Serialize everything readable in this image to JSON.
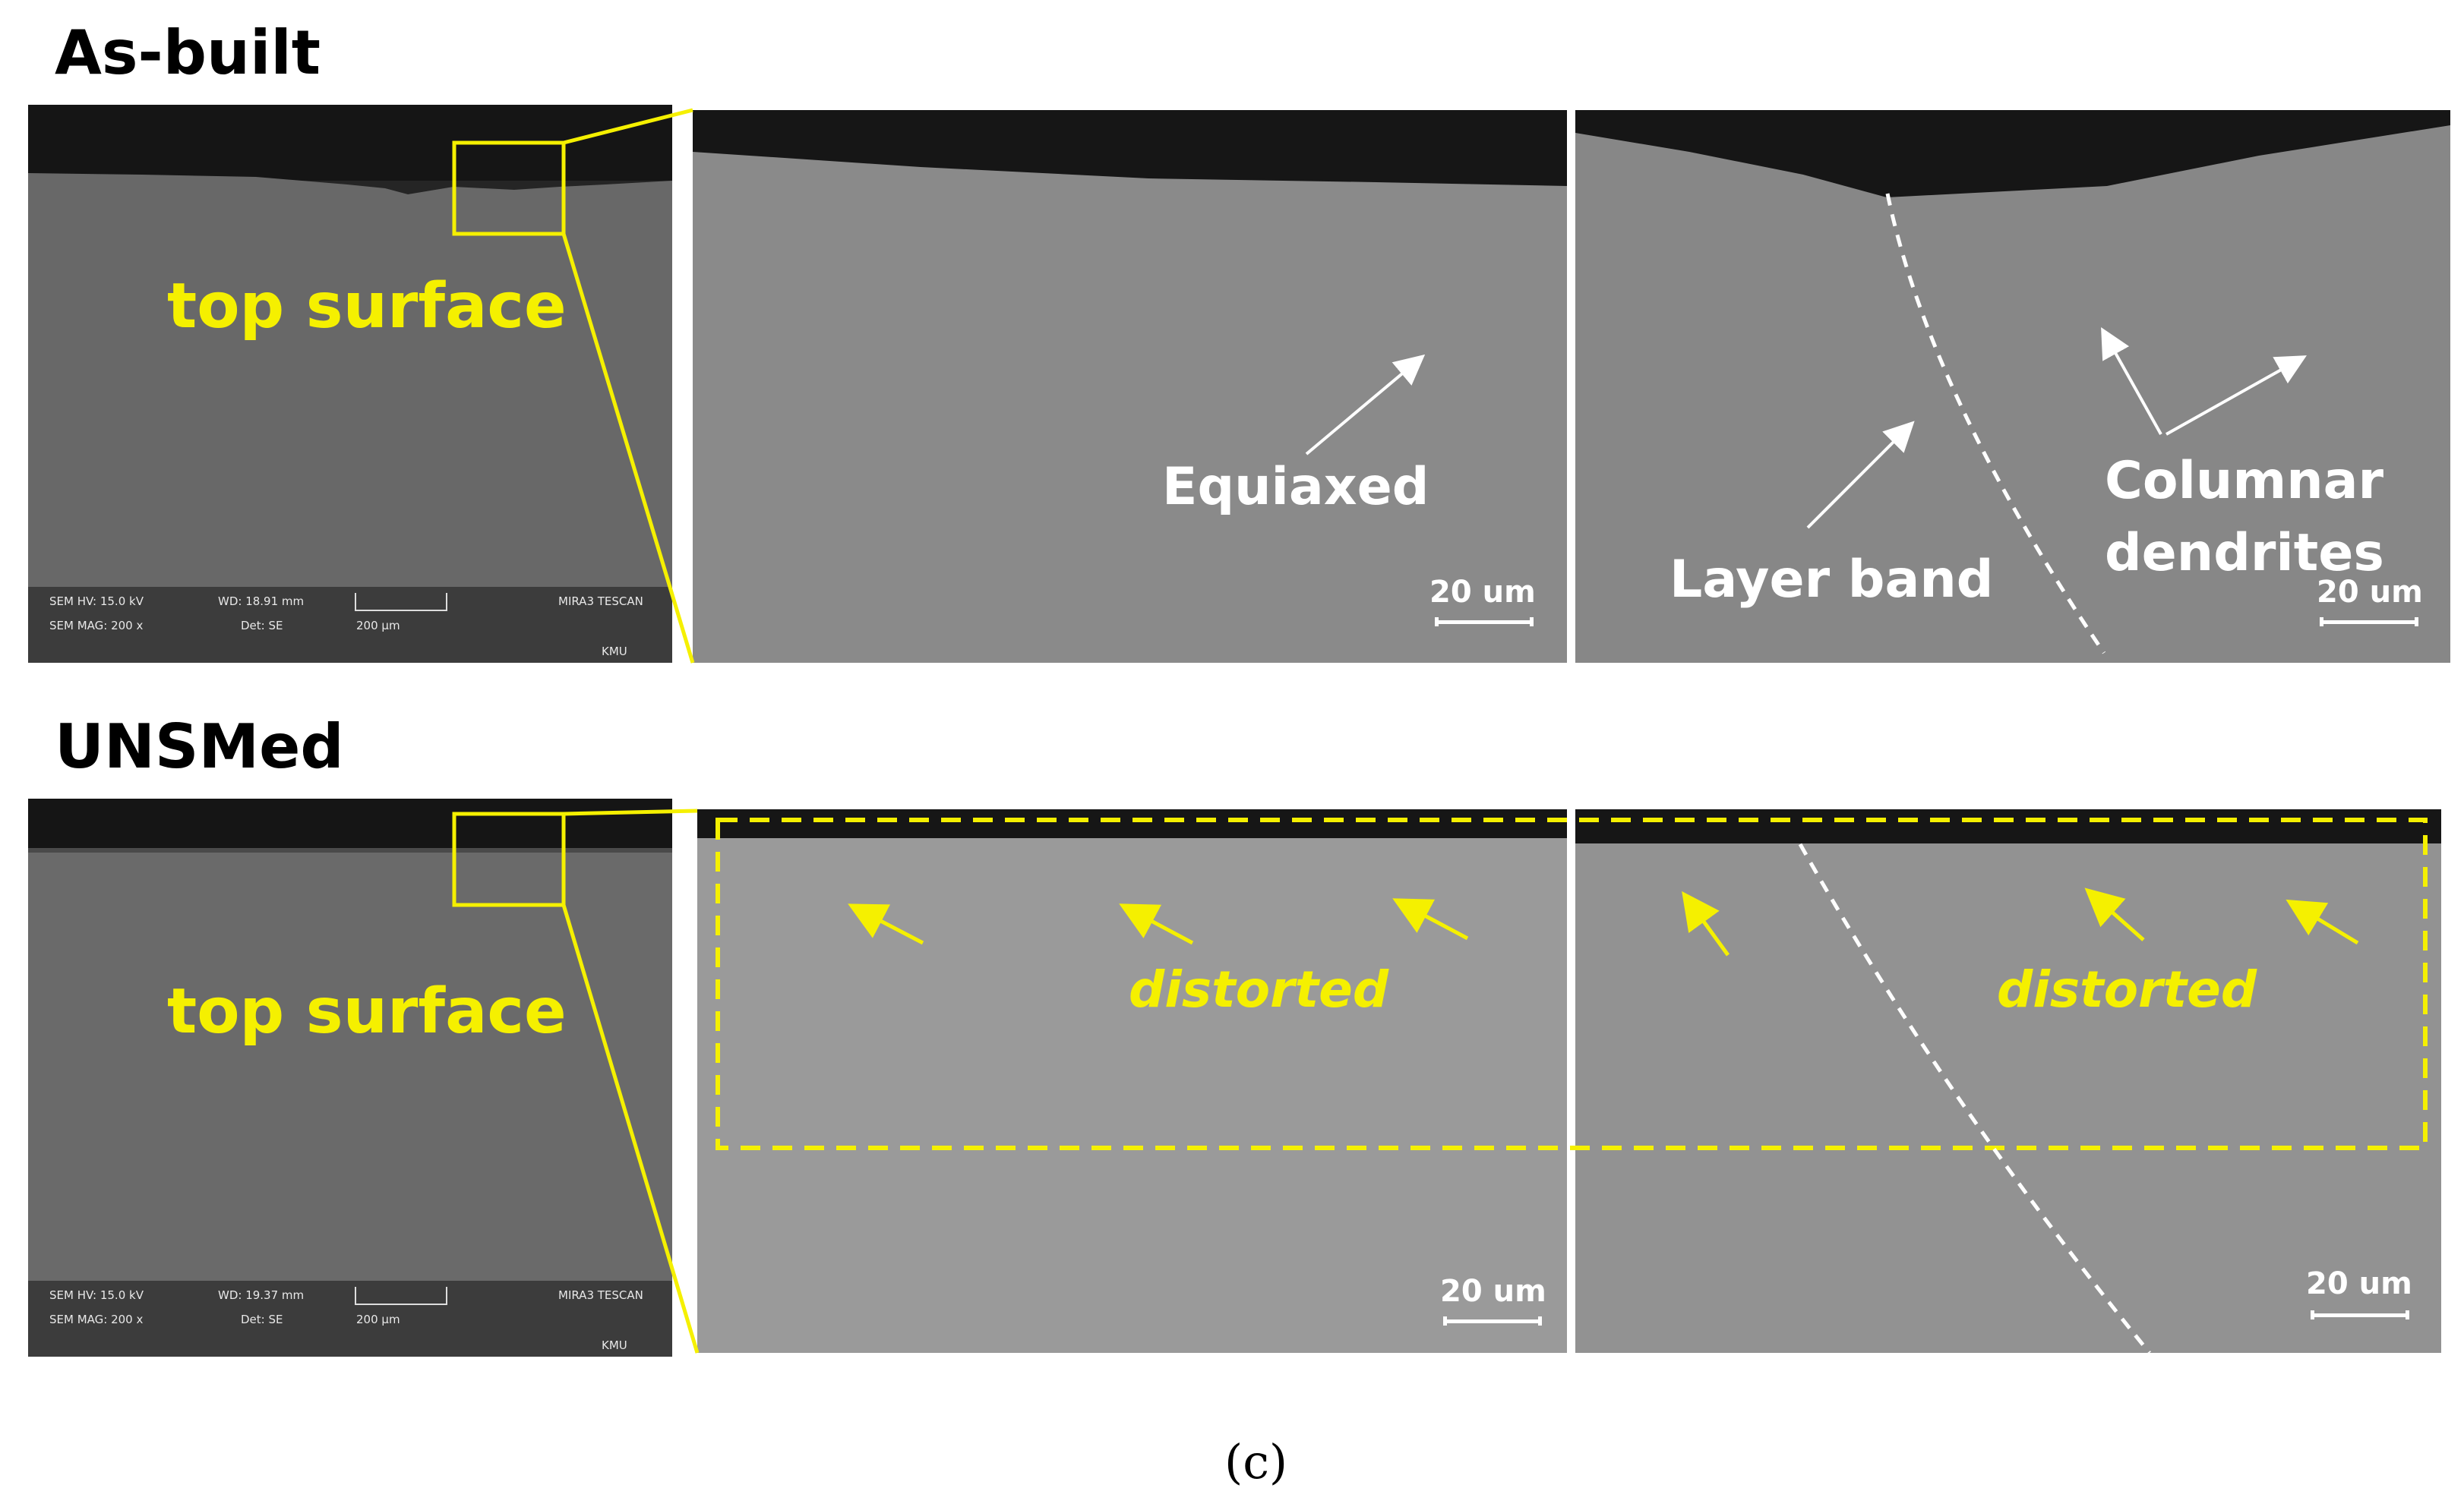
{
  "rows": [
    {
      "heading": "As-built",
      "overview_label": "top surface",
      "sem_info": {
        "hv": "SEM HV: 15.0 kV",
        "wd": "WD: 18.91 mm",
        "brand": "MIRA3 TESCAN",
        "mag": "SEM MAG: 200 x",
        "det": "Det: SE",
        "scale": "200 μm",
        "lab": "KMU"
      },
      "panel2": {
        "label": "Equiaxed",
        "scale": "20 um"
      },
      "panel3": {
        "label_left": "Layer band",
        "label_right_line1": "Columnar",
        "label_right_line2": "dendrites",
        "scale": "20 um"
      }
    },
    {
      "heading": "UNSMed",
      "overview_label": "top surface",
      "sem_info": {
        "hv": "SEM HV: 15.0 kV",
        "wd": "WD: 19.37 mm",
        "brand": "MIRA3 TESCAN",
        "mag": "SEM MAG: 200 x",
        "det": "Det: SE",
        "scale": "200 μm",
        "lab": "KMU"
      },
      "panel2": {
        "label": "distorted",
        "scale": "20 um"
      },
      "panel3": {
        "label": "distorted",
        "scale": "20 um"
      }
    }
  ],
  "caption": "(c)",
  "colors": {
    "highlight": "#f5f000",
    "annotation": "#ffffff",
    "sem_gray": "#6e6e6e"
  }
}
